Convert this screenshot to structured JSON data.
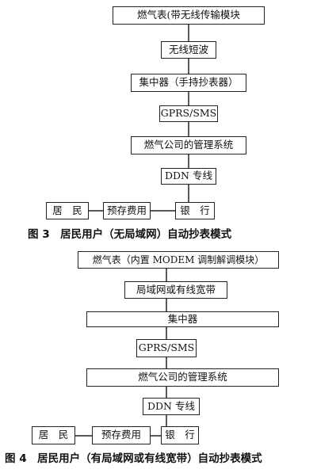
{
  "figure3": {
    "caption": "图 3　居民用户（无局域网）自动抄表模式",
    "nodes": {
      "meter": "燃气表(带无线传输模块",
      "wireless": "无线短波",
      "concentrator": "集中器（手持抄表器）",
      "gprs": "GPRS/SMS",
      "gas_company": "燃气公司的管理系统",
      "ddn": "DDN 专线",
      "resident": "居　民",
      "prepay": "预存费用",
      "bank": "银　行"
    }
  },
  "figure4": {
    "caption": "图 4　居民用户（有局域网或有线宽带）自动抄表模式",
    "nodes": {
      "meter": "燃气表（内置 MODEM 调制解调模块）",
      "lan": "局域网或有线宽带",
      "concentrator": "集中器",
      "gprs": "GPRS/SMS",
      "gas_company": "燃气公司的管理系统",
      "ddn": "DDN 专线",
      "resident": "居　民",
      "prepay": "预存费用",
      "bank": "银　行"
    }
  }
}
